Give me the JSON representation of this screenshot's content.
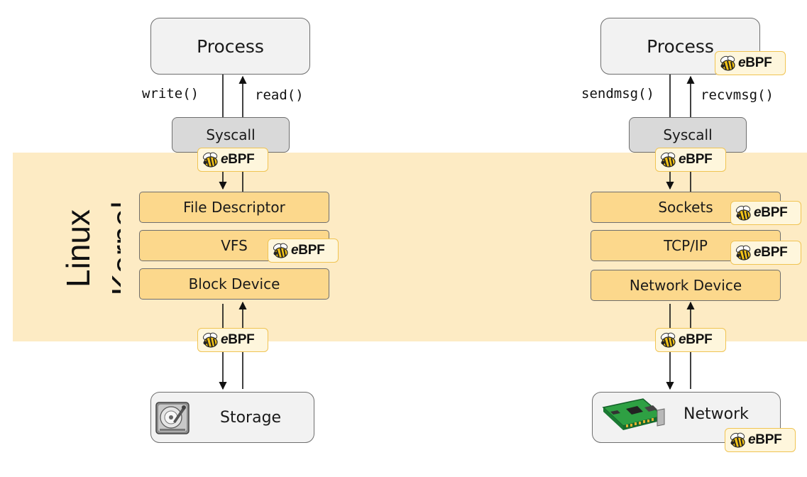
{
  "kernel_label": [
    "Linux",
    "Kernel"
  ],
  "ebpf_badge": {
    "prefix": "e",
    "suffix": "BPF",
    "icon": "bee-icon"
  },
  "left": {
    "process": "Process",
    "write_call": "write()",
    "read_call": "read()",
    "syscall": "Syscall",
    "layers": [
      "File Descriptor",
      "VFS",
      "Block Device"
    ],
    "device": "Storage",
    "device_icon": "hard-disk-icon"
  },
  "right": {
    "process": "Process",
    "send_call": "sendmsg()",
    "recv_call": "recvmsg()",
    "syscall": "Syscall",
    "layers": [
      "Sockets",
      "TCP/IP",
      "Network Device"
    ],
    "device": "Network",
    "device_icon": "network-card-icon"
  },
  "colors": {
    "kernel_band": "#fdebc4",
    "layer_fill": "#fcd88c",
    "process_fill": "#f2f2f2",
    "syscall_fill": "#d9d9d9",
    "badge_border": "#f0c453"
  }
}
